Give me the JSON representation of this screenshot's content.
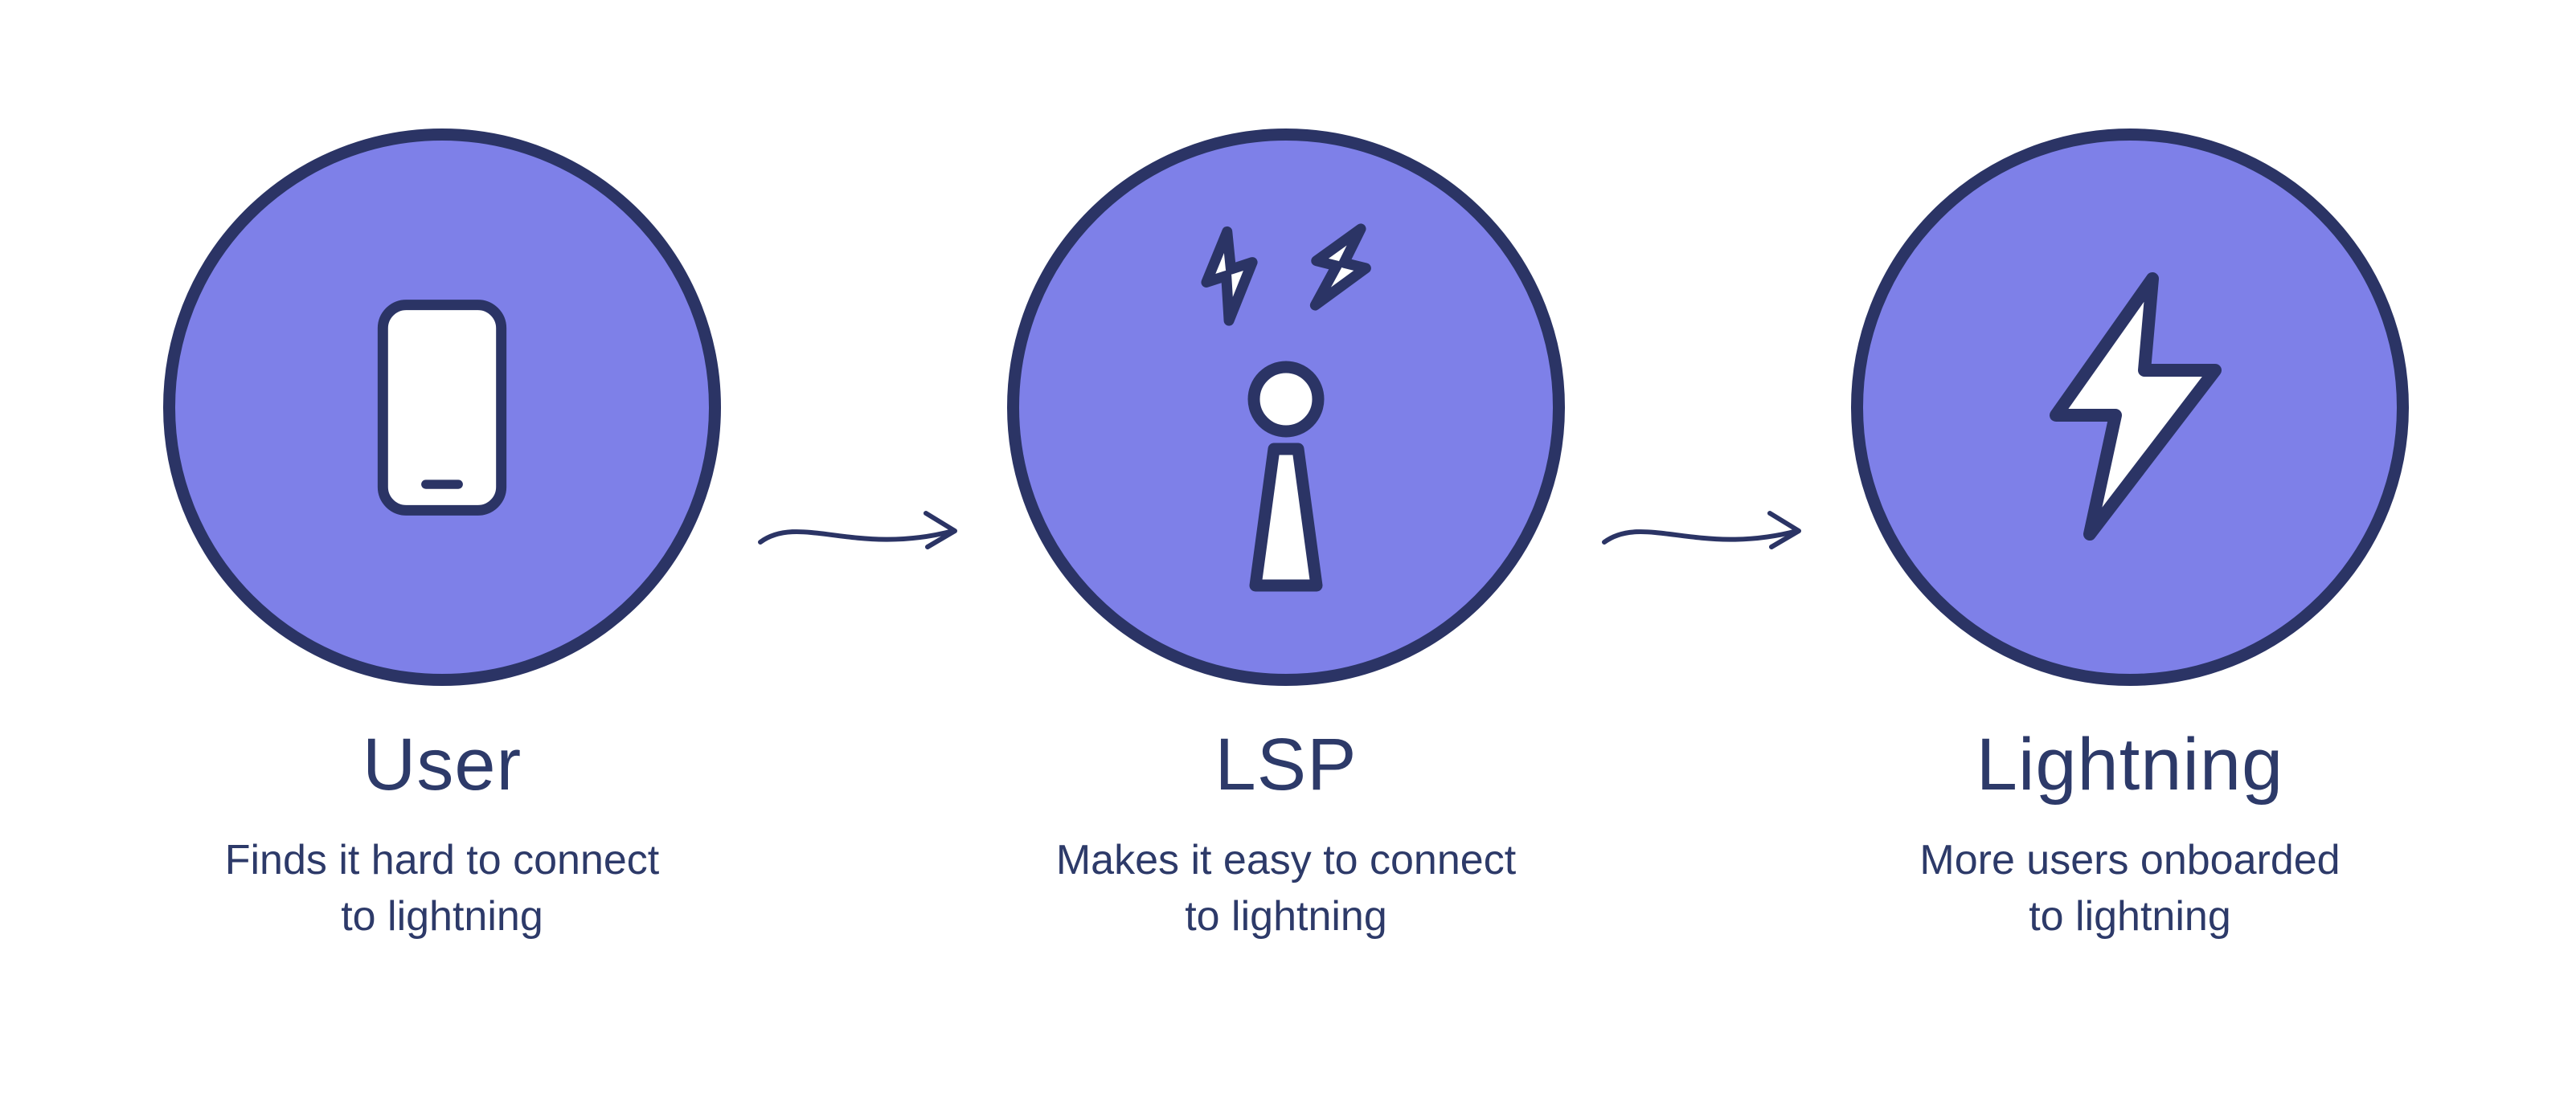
{
  "colors": {
    "circle_fill": "#7e80e8",
    "outline": "#2b3465",
    "text": "#2d3a69",
    "icon_fill": "#ffffff",
    "background": "#ffffff"
  },
  "nodes": [
    {
      "id": "user",
      "icon": "smartphone-icon",
      "title": "User",
      "description": "Finds it hard to connect\nto lightning"
    },
    {
      "id": "lsp",
      "icon": "beacon-icon",
      "title": "LSP",
      "description": "Makes it easy to connect\nto lightning"
    },
    {
      "id": "lightning",
      "icon": "lightning-bolt-icon",
      "title": "Lightning",
      "description": "More users onboarded\nto lightning"
    }
  ],
  "connectors": [
    {
      "from": "user",
      "to": "lsp",
      "icon": "wavy-arrow-icon"
    },
    {
      "from": "lsp",
      "to": "lightning",
      "icon": "wavy-arrow-icon"
    }
  ]
}
